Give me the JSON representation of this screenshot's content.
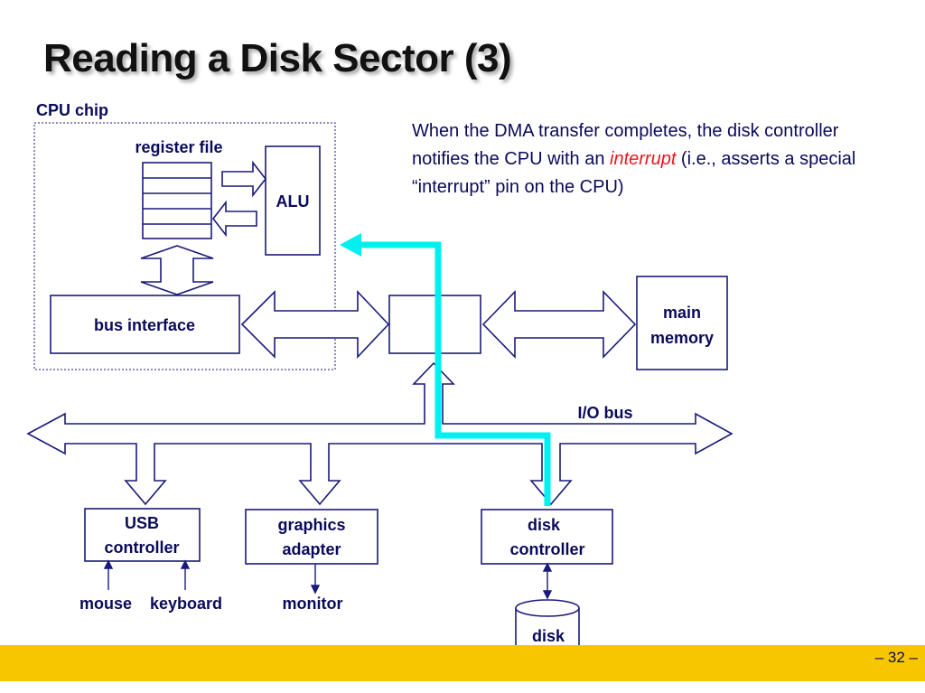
{
  "slide": {
    "title": "Reading a Disk Sector (3)",
    "page_number": "– 32 –"
  },
  "description": {
    "before": "When the DMA transfer completes, the disk controller notifies the CPU with an ",
    "emphasis": "interrupt",
    "after": " (i.e., asserts a special “interrupt” pin on the CPU)"
  },
  "diagram": {
    "cpu_chip": "CPU chip",
    "register_file": "register file",
    "alu": "ALU",
    "bus_interface": "bus interface",
    "main_memory_line1": "main",
    "main_memory_line2": "memory",
    "io_bus": "I/O bus",
    "usb_line1": "USB",
    "usb_line2": "controller",
    "graphics_line1": "graphics",
    "graphics_line2": "adapter",
    "disk_ctrl_line1": "disk",
    "disk_ctrl_line2": "controller",
    "mouse": "mouse",
    "keyboard": "keyboard",
    "monitor": "monitor",
    "disk": "disk"
  },
  "colors": {
    "ink": "#0a0a5a",
    "interrupt_path": "#00f0f0",
    "emphasis": "#e8161e",
    "footer": "#f7c600"
  }
}
